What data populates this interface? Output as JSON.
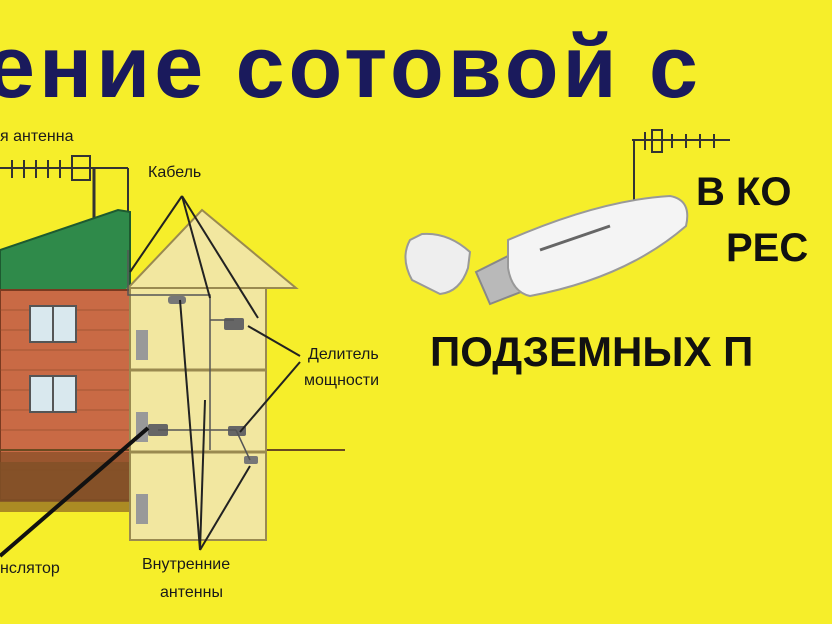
{
  "banner": {
    "title": "ение сотовой с",
    "line1": "В КО",
    "line2": "РЕС",
    "line3": "ПОДЗЕМНЫХ П"
  },
  "labels": {
    "antenna": "я антенна",
    "cable": "Кабель",
    "splitter_1": "Делитель",
    "splitter_2": "мощности",
    "repeater": "нслятор",
    "inner_1": "Внутренние",
    "inner_2": "антенны"
  },
  "colors": {
    "background": "#f6ee2a",
    "title": "#1a1a5c",
    "roof": "#2f8a4a",
    "brick": "#c96a45",
    "wall": "#f2e7a0"
  },
  "icons": [
    "yagi-antenna-icon",
    "usb-modem-icon"
  ]
}
